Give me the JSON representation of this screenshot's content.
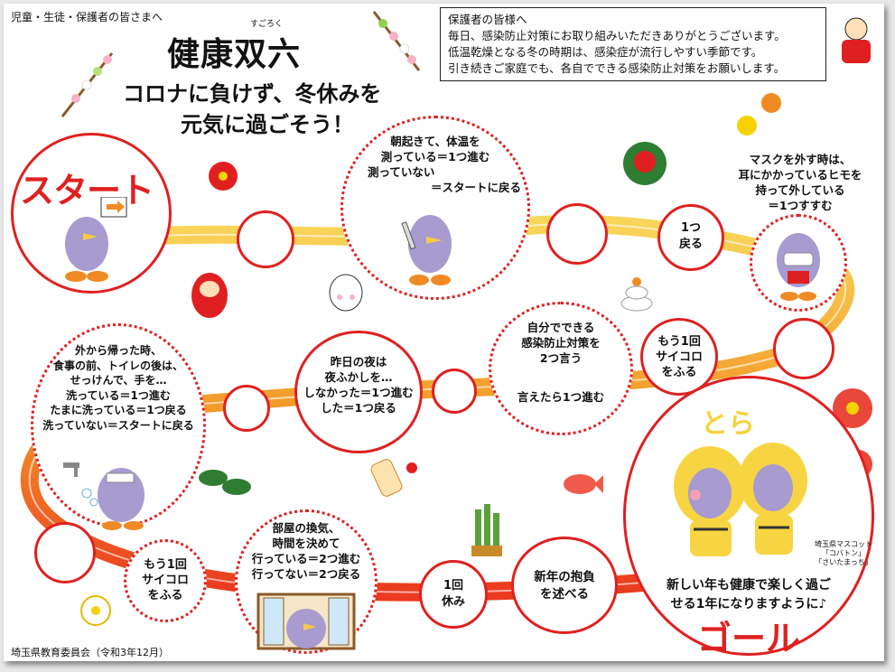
{
  "header": {
    "audience": "児童・生徒・保護者の皆さまへ",
    "title_ruby": "すごろく",
    "title": "健康双六",
    "subtitle_1": "コロナに負けず、冬休みを",
    "subtitle_2": "元気に過ごそう！"
  },
  "notice": {
    "heading": "保護者の皆様へ",
    "lines": [
      "毎日、感染防止対策にお取り組みいただきありがとうございます。",
      "低温乾燥となる冬の時期は、感染症が流行しやすい季節です。",
      "引き続きご家庭でも、各自でできる感染防止対策をお願いします。"
    ]
  },
  "start": {
    "label": "スタート"
  },
  "goal": {
    "label": "ゴール",
    "tora": "とら",
    "message_1": "新しい年も健康で楽しく過ご",
    "message_2": "せる1年になりますように♪",
    "mascot_caption_1": "埼玉県マスコット",
    "mascot_caption_2": "「コバトン」",
    "mascot_caption_3": "「さいたまっち」"
  },
  "squares": {
    "temperature": [
      "朝起きて、体温を",
      "測っている＝1つ進む",
      "測っていない",
      "＝スタートに戻る"
    ],
    "back_one": [
      "1つ",
      "戻る"
    ],
    "mask": [
      "マスクを外す時は、",
      "耳にかかっているヒモを",
      "持って外している",
      "＝1つすすむ"
    ],
    "roll_again_1": [
      "もう1回",
      "サイコロ",
      "をふる"
    ],
    "measures": [
      "自分でできる",
      "感染防止対策を",
      "2つ言う",
      "言えたら1つ進む"
    ],
    "late_night": [
      "昨日の夜は",
      "夜ふかしを…",
      "しなかった＝1つ進む",
      "した＝1つ戻る"
    ],
    "handwash": [
      "外から帰った時、",
      "食事の前、トイレの後は、",
      "せっけんで、手を…",
      "洗っている＝1つ進む",
      "たまに洗っている＝1つ戻る",
      "洗っていない＝スタートに戻る"
    ],
    "roll_again_2": [
      "もう1回",
      "サイコロ",
      "をふる"
    ],
    "ventilation": [
      "部屋の換気、",
      "時間を決めて",
      "行っている＝2つ進む",
      "行ってない＝2つ戻る"
    ],
    "rest": [
      "1回",
      "休み"
    ],
    "resolution": [
      "新年の抱負",
      "を述べる"
    ]
  },
  "footer": {
    "publisher": "埼玉県教育委員会（令和3年12月）"
  },
  "colors": {
    "accent_red": "#e02020",
    "path_yellow": "#f7c948",
    "path_orange": "#f08a24"
  }
}
